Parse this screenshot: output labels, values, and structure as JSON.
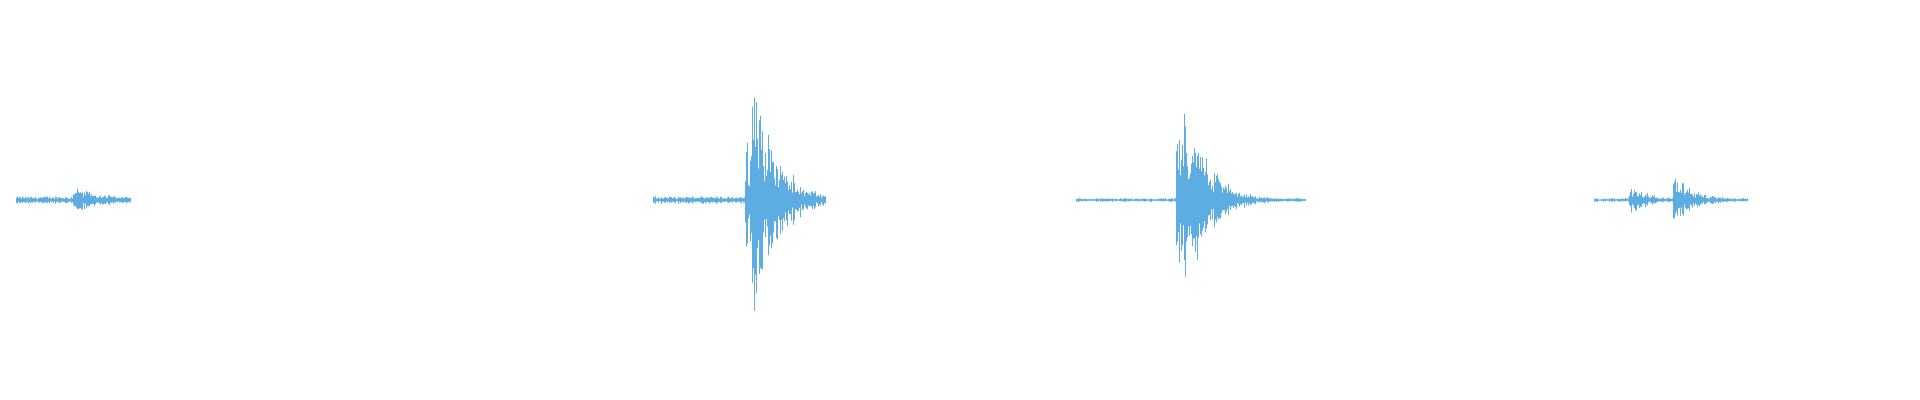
{
  "waveform": {
    "color": "#5dade2",
    "background": "#ffffff",
    "bursts": [
      {
        "center": 0.038,
        "spread": 0.06,
        "peak": 0.05,
        "events": [
          {
            "at": 0.04,
            "amp": 0.12
          },
          {
            "at": 0.055,
            "amp": 0.05
          }
        ],
        "noise": 0.02
      },
      {
        "center": 0.385,
        "spread": 0.09,
        "peak": 0.8,
        "events": [
          {
            "at": 0.362,
            "amp": 0.02
          },
          {
            "at": 0.39,
            "amp": 0.55
          },
          {
            "at": 0.393,
            "amp": 1.0
          },
          {
            "at": 0.4,
            "amp": 0.35
          }
        ],
        "noise": 0.02
      },
      {
        "center": 0.62,
        "spread": 0.12,
        "peak": 0.5,
        "events": [
          {
            "at": 0.614,
            "amp": 0.6
          },
          {
            "at": 0.618,
            "amp": 0.78
          }
        ],
        "noise": 0.01
      },
      {
        "center": 0.87,
        "spread": 0.08,
        "peak": 0.12,
        "events": [
          {
            "at": 0.85,
            "amp": 0.1
          },
          {
            "at": 0.873,
            "amp": 0.17
          }
        ],
        "noise": 0.01
      }
    ]
  }
}
